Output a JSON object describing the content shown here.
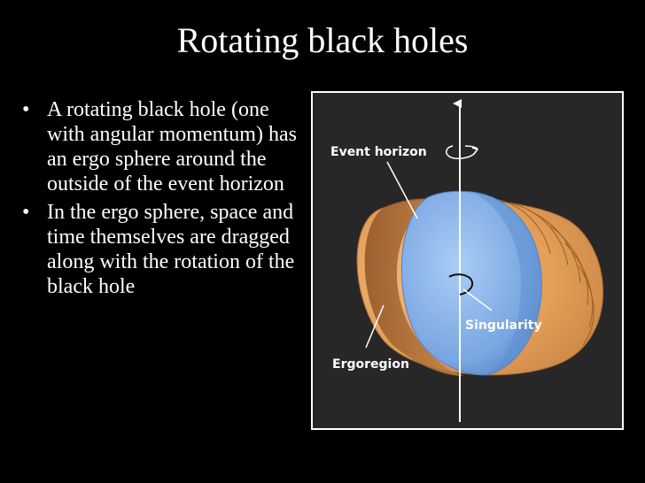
{
  "slide": {
    "title": "Rotating black holes",
    "bullets": [
      "A rotating black hole (one with angular momentum) has an ergo sphere around the outside of the event horizon",
      "In the ergo sphere, space and time themselves are dragged along with the rotation of the black hole"
    ],
    "bullet_symbol": "•"
  },
  "diagram": {
    "labels": {
      "event_horizon": "Event horizon",
      "singularity": "Singularity",
      "ergoregion": "Ergoregion"
    },
    "colors": {
      "background": "#272727",
      "ergoregion": "#e39e57",
      "ergoregion_inner": "#b8743a",
      "event_horizon": "#79a6e1",
      "axis": "#ffffff"
    }
  }
}
